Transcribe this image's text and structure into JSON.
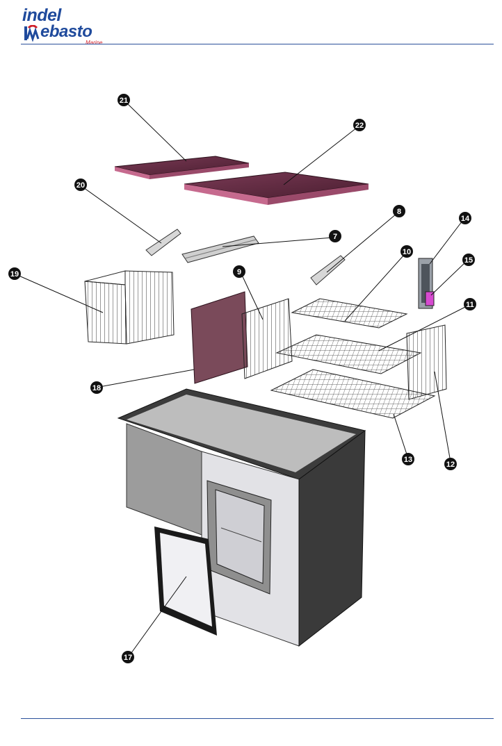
{
  "header": {
    "brand_top": "indel",
    "brand_bottom": "ebasto",
    "brand_sub": "Marine"
  },
  "callouts": [
    "21",
    "22",
    "20",
    "7",
    "8",
    "14",
    "15",
    "19",
    "9",
    "10",
    "11",
    "18",
    "12",
    "13",
    "17"
  ],
  "colors": {
    "rule": "#2a4f9a",
    "brand_blue": "#1f4a9c",
    "brand_red": "#d0202a",
    "panel_maroon": "#6a2f45",
    "callout": "#111111"
  }
}
